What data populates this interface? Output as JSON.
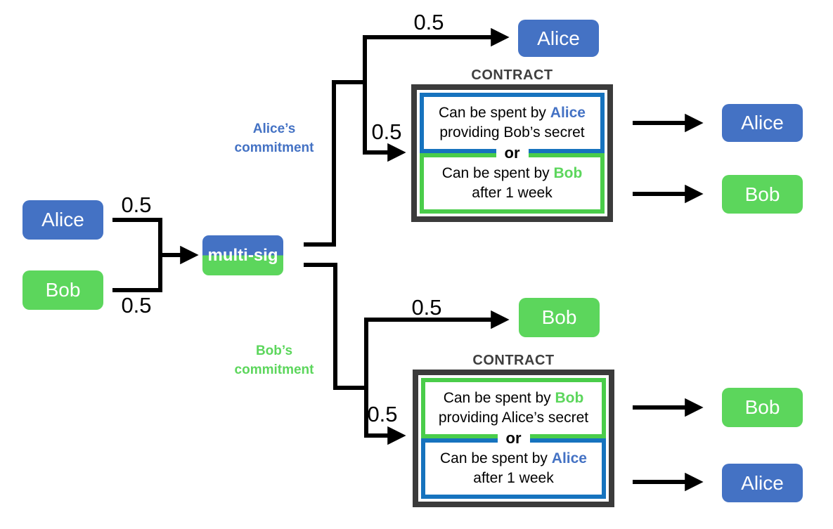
{
  "colors": {
    "blue": "#4472C4",
    "green": "#5CD65C",
    "contract_border_blue": "#1673BE",
    "contract_border_green": "#4ACD4A",
    "contract_frame": "#3B3B3B",
    "contract_title": "#3F3F3F",
    "wire": "#000000"
  },
  "funding": {
    "alice_box": "Alice",
    "bob_box": "Bob",
    "alice_amount": "0.5",
    "bob_amount": "0.5",
    "multisig_box": "multi-sig"
  },
  "alice_commitment": {
    "label": [
      "Alice’s",
      "commitment"
    ],
    "to_self_amount": "0.5",
    "to_self_box": "Alice",
    "to_contract_amount": "0.5",
    "contract": {
      "title": "CONTRACT",
      "clause1_text": "Can be spent by",
      "clause1_name": "Alice",
      "clause1_condition": "providing Bob’s secret",
      "or_label": "or",
      "clause2_text": "Can be spent by",
      "clause2_name": "Bob",
      "clause2_condition": "after 1 week"
    },
    "output1_box": "Alice",
    "output2_box": "Bob"
  },
  "bob_commitment": {
    "label": [
      "Bob’s",
      "commitment"
    ],
    "to_self_amount": "0.5",
    "to_self_box": "Bob",
    "to_contract_amount": "0.5",
    "contract": {
      "title": "CONTRACT",
      "clause1_text": "Can be spent by",
      "clause1_name": "Bob",
      "clause1_condition": "providing Alice’s secret",
      "or_label": "or",
      "clause2_text": "Can be spent by",
      "clause2_name": "Alice",
      "clause2_condition": "after 1 week"
    },
    "output1_box": "Bob",
    "output2_box": "Alice"
  }
}
